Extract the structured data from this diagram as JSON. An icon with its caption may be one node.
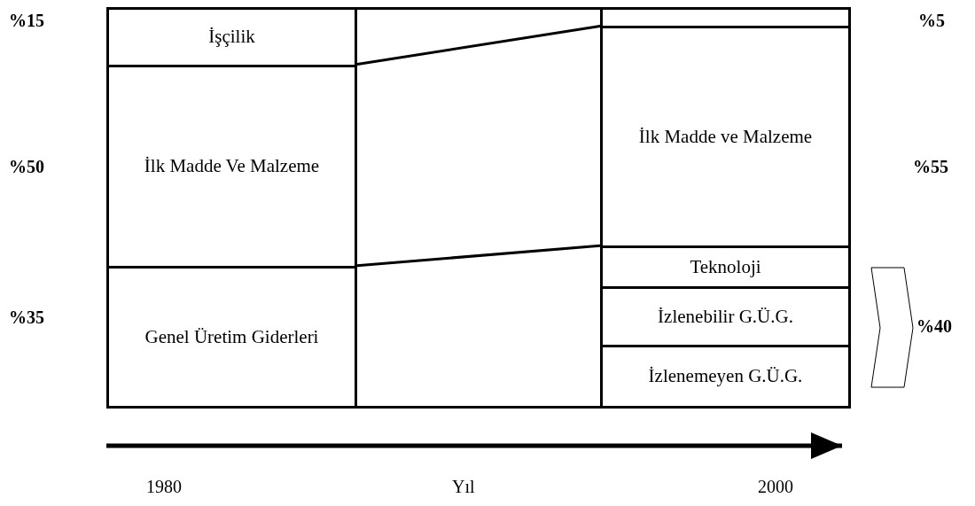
{
  "diagram": {
    "nodes": [
      {
        "text": [
          "İşçilik"
        ]
      },
      {
        "text": [
          "İlk Madde Ve Malzeme"
        ]
      },
      {
        "text": [
          "Genel Üretim Giderleri"
        ]
      },
      {
        "text": [],
        "shape": "box"
      },
      {
        "text": [
          "İlk Madde ve Malzeme"
        ]
      },
      {
        "text": [
          "Teknoloji"
        ]
      },
      {
        "text": [
          "İzlenebilir G.Ü.G."
        ]
      },
      {
        "text": [
          "İzlenemeyen G.Ü.G."
        ]
      },
      {
        "text": [],
        "shape": "chevron",
        "beside": [
          "%40"
        ]
      }
    ],
    "edges": [],
    "labels": [
      "%15",
      "%5",
      "%50",
      "%55",
      "%35",
      "1980",
      "Yıl",
      "2000"
    ]
  }
}
